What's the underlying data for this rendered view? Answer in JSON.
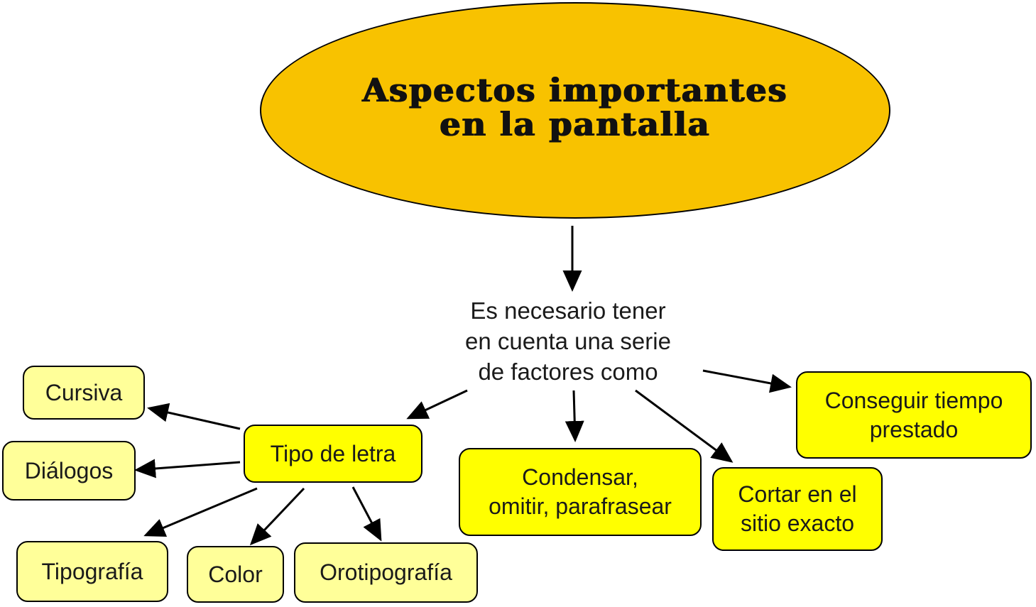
{
  "title": {
    "line1": "Aspectos importantes",
    "line2": "en la pantalla"
  },
  "central": {
    "line1": "Es necesario tener",
    "line2": "en cuenta una serie",
    "line3": "de factores como"
  },
  "factors": {
    "tipo_letra": "Tipo de letra",
    "condensar": {
      "line1": "Condensar,",
      "line2": "omitir, parafrasear"
    },
    "cortar": {
      "line1": "Cortar en el",
      "line2": "sitio exacto"
    },
    "conseguir": {
      "line1": "Conseguir tiempo",
      "line2": "prestado"
    }
  },
  "tipo_letra_items": {
    "cursiva": "Cursiva",
    "dialogos": "Diálogos",
    "tipografia": "Tipografía",
    "color": "Color",
    "orotipografia": "Orotipografía"
  },
  "colors": {
    "title_fill": "#f8c200",
    "factor_fill": "#ffff00",
    "sub_fill": "#ffff99",
    "stroke": "#000000"
  }
}
